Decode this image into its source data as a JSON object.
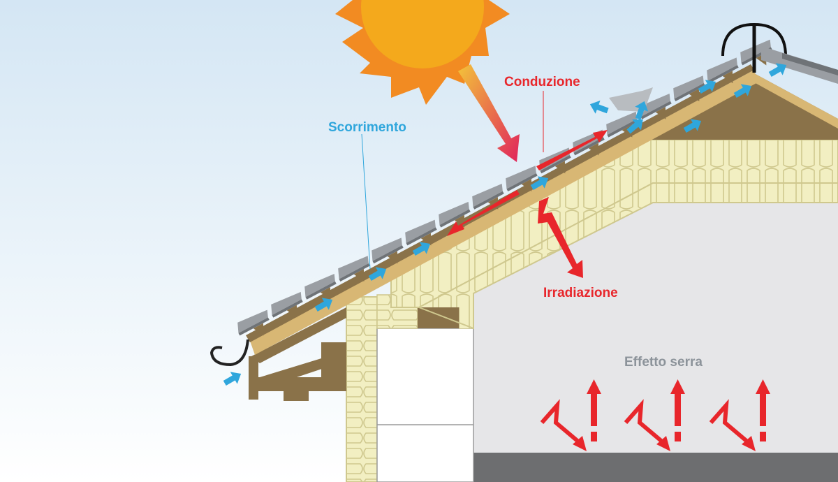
{
  "labels": {
    "conduction": "Conduzione",
    "flow": "Scorrimento",
    "radiation": "Irradiazione",
    "greenhouse": "Effetto serra"
  },
  "colors": {
    "sky_top": "#d9e9f5",
    "sky_bottom": "#ffffff",
    "sun_core": "#f4a91c",
    "sun_rays": "#f28b22",
    "heat_red": "#e8262b",
    "air_blue": "#2fa6dc",
    "flow_label": "#2fa6dc",
    "greenhouse_label": "#8c939a",
    "wood": "#8a7249",
    "wood_light": "#d8b774",
    "tile": "#9a9ea3",
    "tile_dark": "#6f7377",
    "insulation": "#f2efc2",
    "insulation_line": "#c9c38a",
    "wall_interior": "#e6e6e8",
    "floor": "#6d6e70",
    "gutter": "#222222"
  },
  "icons": {
    "sun": "sun-icon",
    "air": "air-flow-arrow-icon",
    "heat": "heat-arrow-icon",
    "radiation": "radiation-zigzag-icon"
  }
}
